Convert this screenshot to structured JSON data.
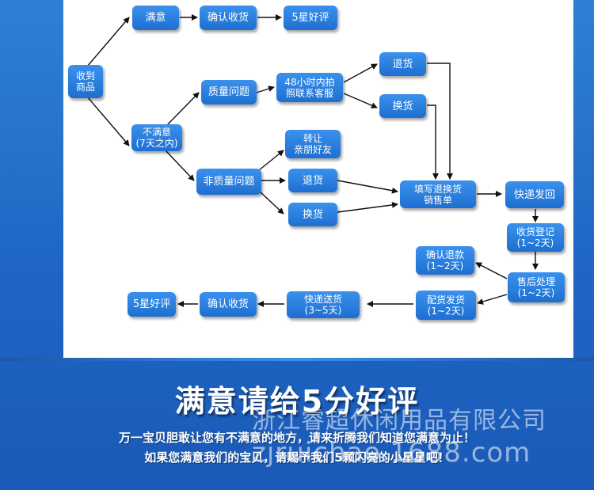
{
  "nodes": {
    "received": "收到\n商品",
    "satisfied": "满意",
    "confirm_top": "确认收货",
    "five_star_top": "5星好评",
    "unsatisfied": "不满意\n(7天之内)",
    "quality_issue": "质量问题",
    "photo_48h": "48小时内拍\n照联系客服",
    "return_top": "退货",
    "exchange_top": "换货",
    "non_quality_issue": "非质量问题",
    "gift_friend": "转让\n亲朋好友",
    "return_mid": "退货",
    "exchange_mid": "换货",
    "fill_form": "填写退换货\n销售单",
    "express_return": "快递发回",
    "receipt_register": "收货登记\n(1~2天)",
    "confirm_refund": "确认退款\n(1~2天)",
    "after_sales": "售后处理\n(1~2天)",
    "ship_out": "配货发货\n(1~2天)",
    "express_delivery": "快递送货\n(3~5天)",
    "confirm_bottom": "确认收货",
    "five_star_bottom": "5星好评"
  },
  "footer": {
    "headline": "满意请给5分好评",
    "line1": "万一宝贝胆敢让您有不满意的地方，请来折腾我们知道您满意为止！",
    "line2": "如果您满意我们的宝贝，请赐予我们5颗闪亮的小星星吧！"
  },
  "watermark": {
    "company": "浙江睿超休闲用品有限公司",
    "site": "zjruichao.1688.com"
  }
}
